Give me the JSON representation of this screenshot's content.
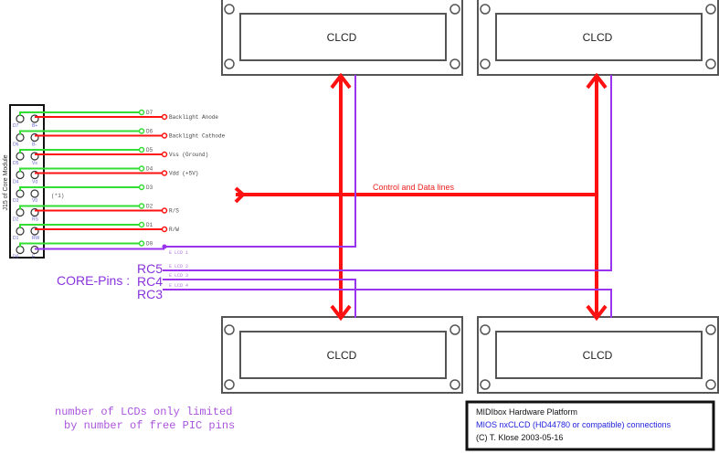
{
  "colors": {
    "green": "#33dd33",
    "red": "#ff1111",
    "purple": "#9933ee",
    "pinlabel": "#6666cc",
    "black": "#111111",
    "gray": "#555555",
    "blue": "#2222dd",
    "note": "#aa55dd"
  },
  "module": {
    "label": "J15 of Core Module",
    "pins": [
      {
        "left": "D7",
        "right": "B+"
      },
      {
        "left": "D6",
        "right": "B-"
      },
      {
        "left": "D5",
        "right": "Vs"
      },
      {
        "left": "D4",
        "right": "Vd"
      },
      {
        "left": "D3",
        "right": "V0"
      },
      {
        "left": "D2",
        "right": "RS"
      },
      {
        "left": "D1",
        "right": "RW"
      },
      {
        "left": "D0",
        "right": "E"
      }
    ],
    "v0_note": "(*1)"
  },
  "signals": [
    {
      "green": "D7",
      "red": "Backlight Anode"
    },
    {
      "green": "D6",
      "red": "Backlight Cathode"
    },
    {
      "green": "D5",
      "red": "Vss (Ground)"
    },
    {
      "green": "D4",
      "red": "Vdd (+5V)"
    },
    {
      "green": "D3",
      "red": ""
    },
    {
      "green": "D2",
      "red": "R/S"
    },
    {
      "green": "D1",
      "red": "R/W"
    },
    {
      "green": "D0",
      "red": ""
    }
  ],
  "enable_lines": [
    {
      "label": "E LCD 1",
      "pin": ""
    },
    {
      "label": "E LCD 2",
      "pin": "RC5"
    },
    {
      "label": "E LCD 3",
      "pin": "RC4"
    },
    {
      "label": "E LCD 4",
      "pin": "RC3"
    }
  ],
  "core_pins_label": "CORE-Pins :",
  "bus_label": "Control and Data lines",
  "lcds": [
    {
      "label": "CLCD"
    },
    {
      "label": "CLCD"
    },
    {
      "label": "CLCD"
    },
    {
      "label": "CLCD"
    }
  ],
  "note": {
    "line1": "number of LCDs only limited",
    "line2": "by number of free PIC pins"
  },
  "info_box": {
    "line1": "MIDIbox Hardware Platform",
    "line2": "MIOS nxCLCD (HD44780 or compatible) connections",
    "line3": "(C) T. Klose 2003-05-16"
  }
}
